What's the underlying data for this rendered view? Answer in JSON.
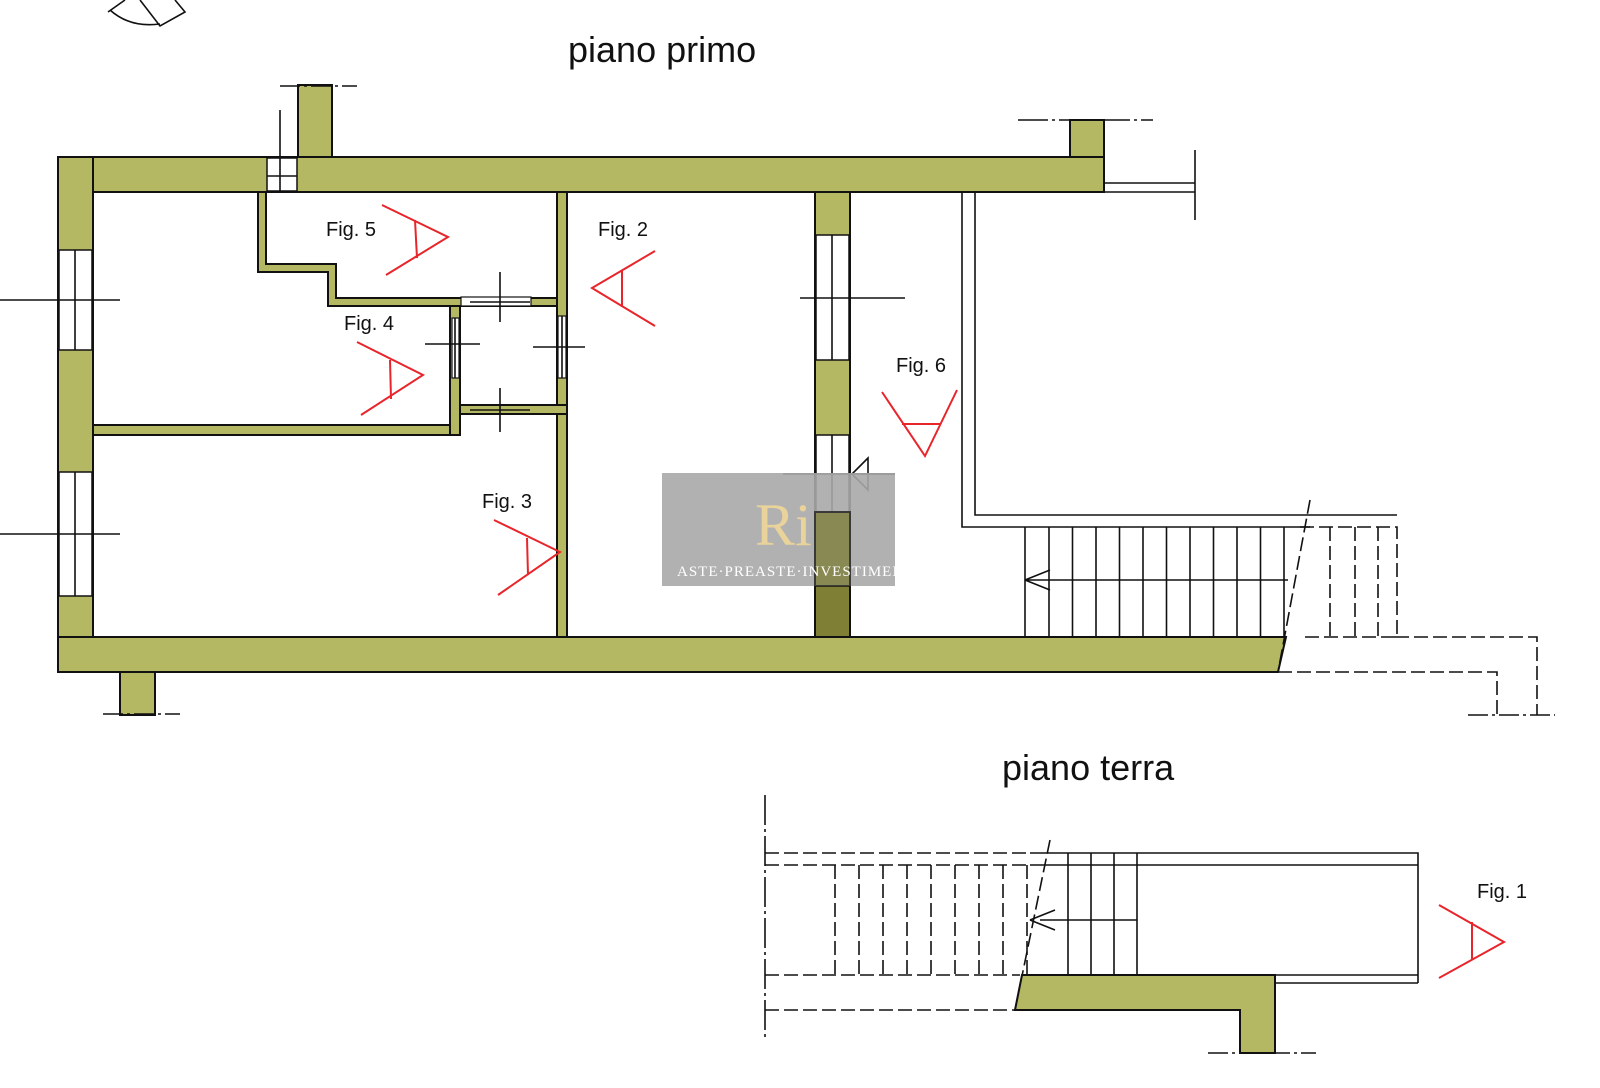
{
  "titles": {
    "first_floor": "piano primo",
    "ground_floor": "piano terra"
  },
  "figures": {
    "fig1": "Fig. 1",
    "fig2": "Fig. 2",
    "fig3": "Fig. 3",
    "fig4": "Fig. 4",
    "fig5": "Fig. 5",
    "fig6": "Fig. 6"
  },
  "watermark": {
    "logo": "Ri",
    "text": "ASTE·PREASTE·INVESTIMENTI"
  },
  "colors": {
    "wall": "#b5b862",
    "marker": "#e8252a",
    "watermark_bg": "#a9a9a9"
  }
}
